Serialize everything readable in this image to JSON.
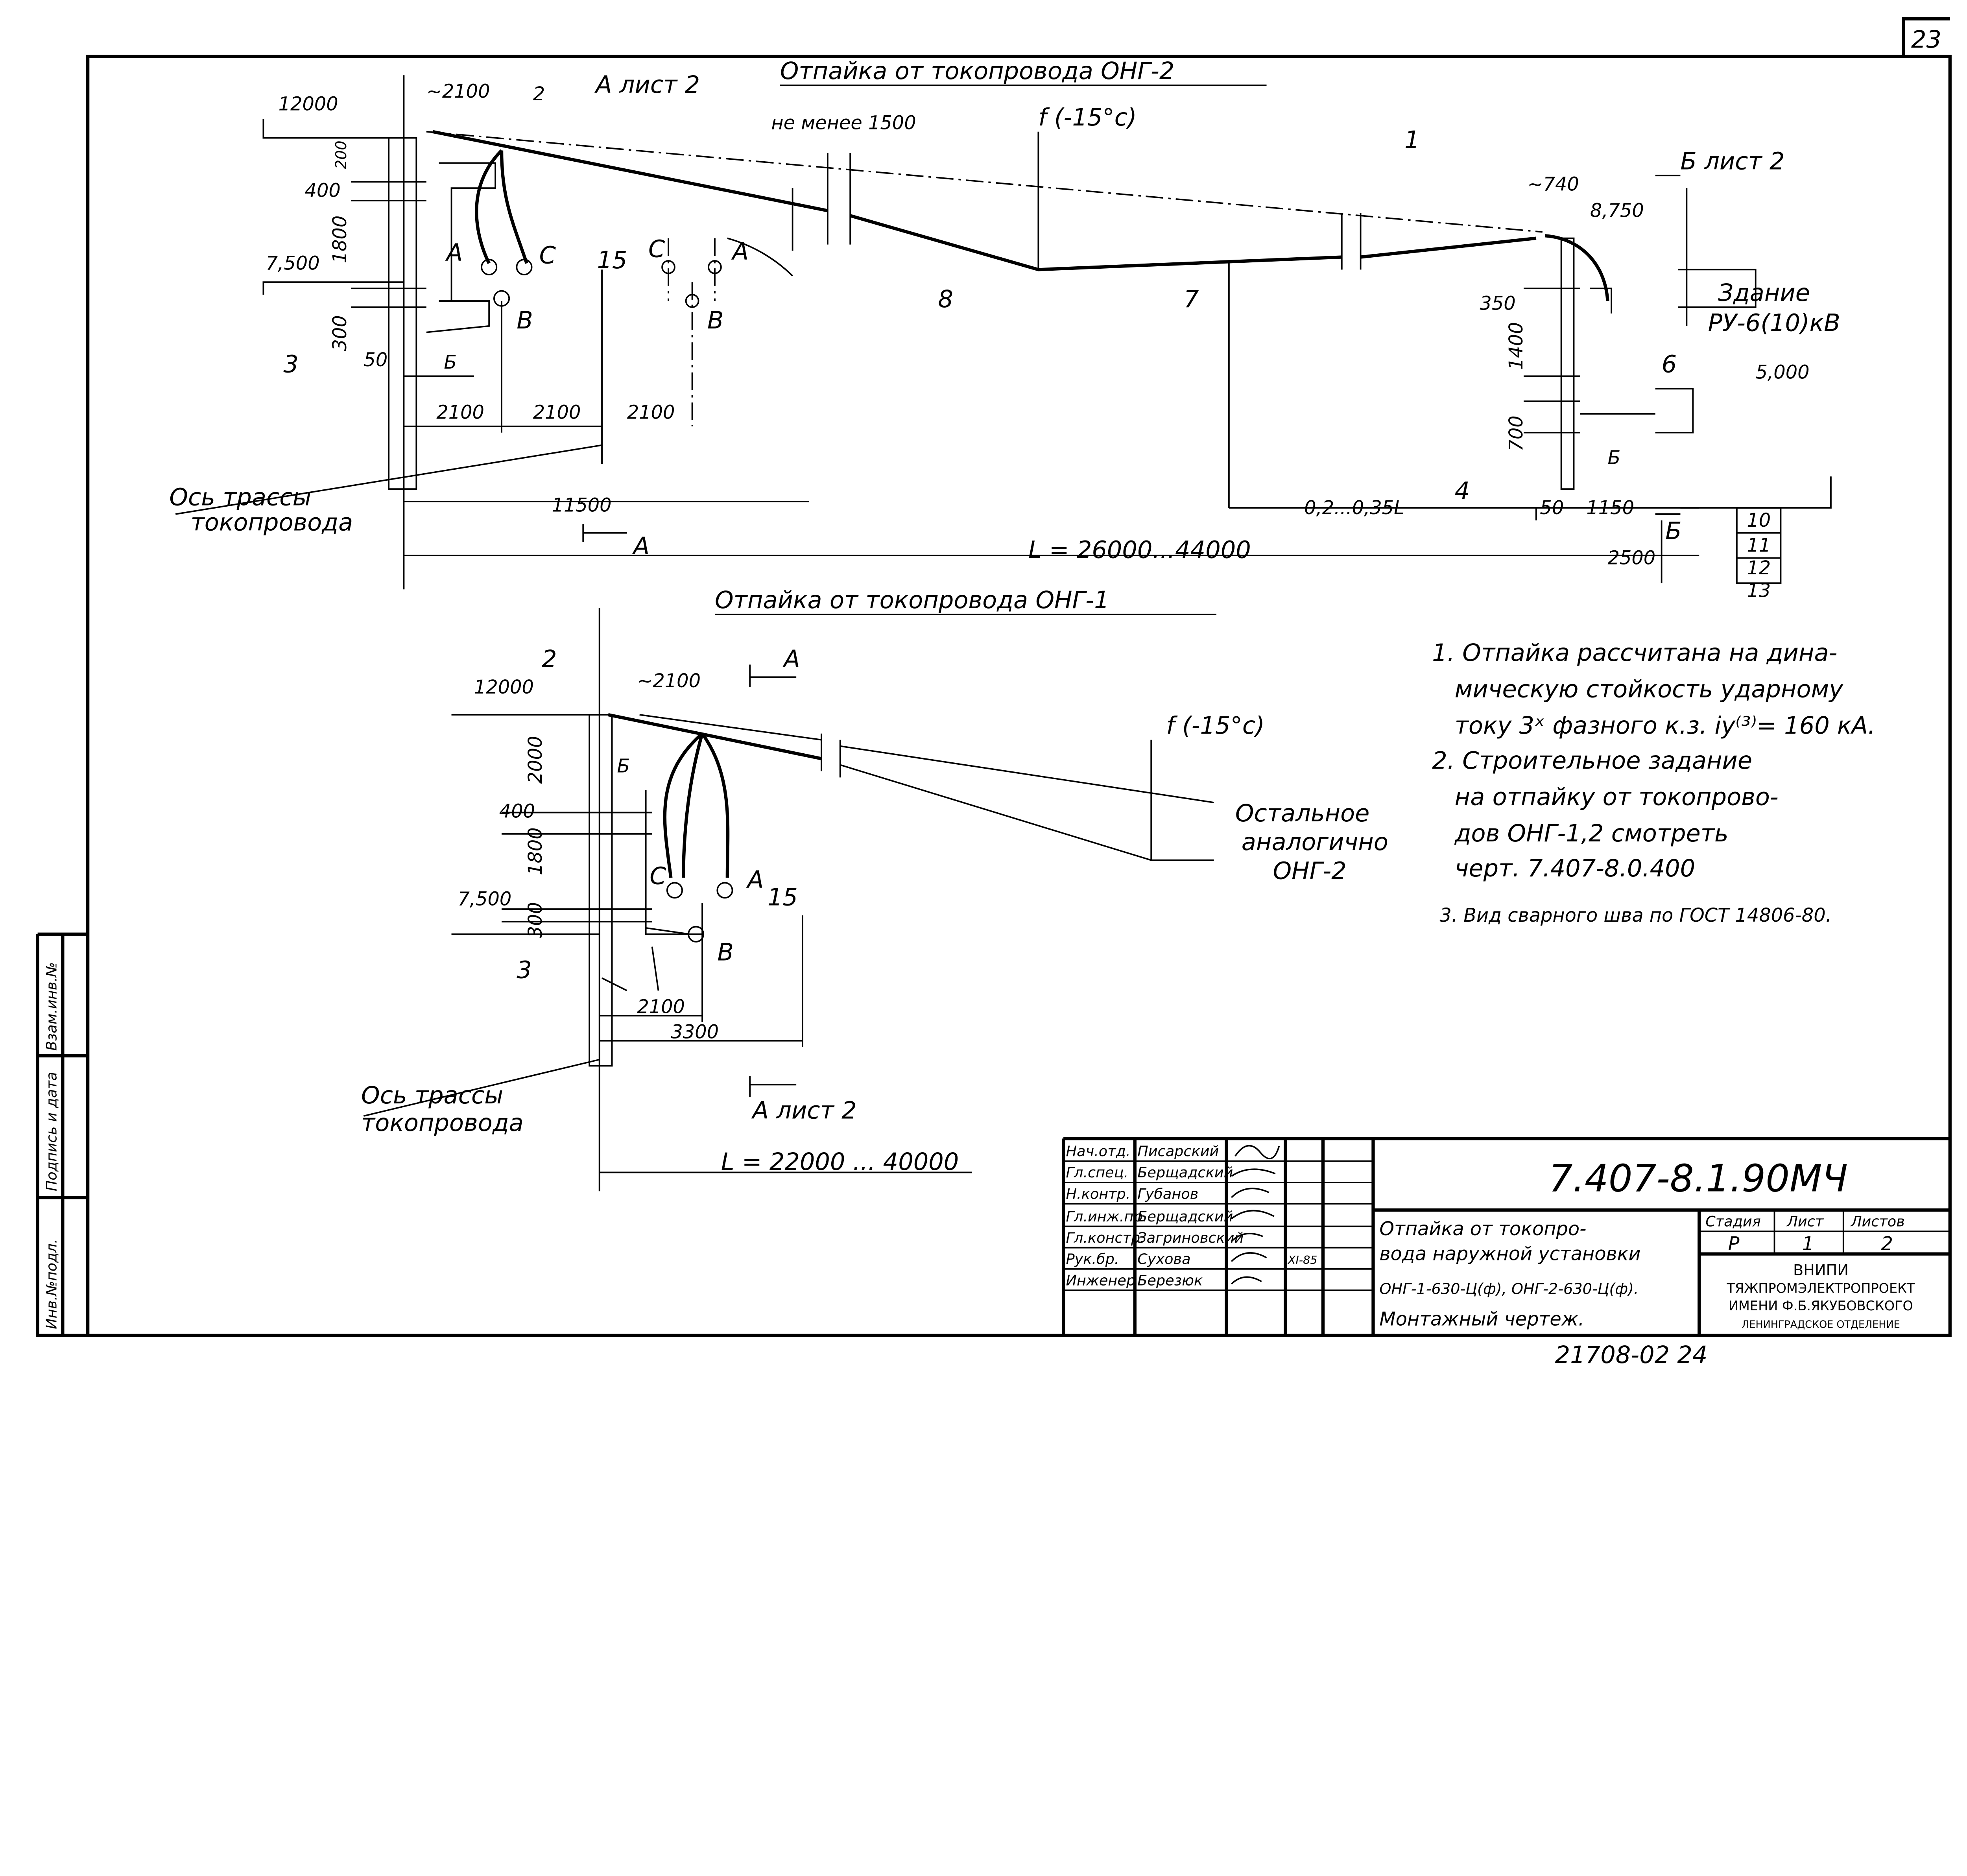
{
  "sheet_number": "23",
  "top_view": {
    "title": "Отпайка от токопровода ОНГ-2",
    "section_a_ref": "А лист 2",
    "section_b_ref": "Б лист 2",
    "labels": {
      "elev_12000": "12000",
      "dim_2100_approx": "~2100",
      "pos_2": "2",
      "min_1500": "не менее 1500",
      "sag": "f (-15°c)",
      "pos_1": "1",
      "dim_740": "~740",
      "elev_8750": "8,750",
      "building_1": "Здание",
      "building_2": "РУ-6(10)кВ",
      "dim_200": "200",
      "dim_400": "400",
      "dim_1800": "1800",
      "elev_7500": "7,500",
      "dim_300": "300",
      "phase_a": "A",
      "phase_c": "C",
      "phase_b": "B",
      "pos_15": "15",
      "phase_c2": "C",
      "phase_a2": "A",
      "phase_b2": "B",
      "pos_8": "8",
      "pos_7": "7",
      "pos_3": "3",
      "dim_50": "50",
      "mark_b": "Б",
      "dim_2100_1": "2100",
      "dim_2100_2": "2100",
      "dim_2100_3": "2100",
      "axis_1": "Ось трассы",
      "axis_2": "токопровода",
      "dim_11500": "11500",
      "section_a": "A",
      "span": "L = 26000...44000",
      "dim_350": "350",
      "dim_1400": "1400",
      "dim_700": "700",
      "pos_6": "6",
      "elev_5000": "5,000",
      "mark_b2": "Б",
      "pos_4": "4",
      "dim_035l": "0,2...0,35L",
      "dim_50r": "50",
      "dim_1150": "1150",
      "section_b": "Б",
      "dim_2500": "2500",
      "pos_10": "10",
      "pos_11": "11",
      "pos_12": "12",
      "pos_13": "13"
    }
  },
  "bottom_view": {
    "title": "Отпайка от токопровода ОНГ-1",
    "labels": {
      "pos_2": "2",
      "dim_2100_approx": "~2100",
      "section_a": "A",
      "elev_12000": "12000",
      "sag": "f (-15°c)",
      "dim_2000": "2000",
      "mark_b": "Б",
      "dim_400": "400",
      "dim_1800": "1800",
      "elev_7500": "7,500",
      "dim_300": "300",
      "rest_1": "Остальное",
      "rest_2": "аналогично",
      "rest_3": "ОНГ-2",
      "phase_c": "C",
      "phase_a": "A",
      "pos_15": "15",
      "phase_b": "B",
      "pos_3": "3",
      "dim_2100": "2100",
      "dim_3300": "3300",
      "axis_1": "Ось трассы",
      "axis_2": "токопровода",
      "section_ref": "A лист 2",
      "span": "L = 22000 ... 40000"
    }
  },
  "notes": [
    "1. Отпайка рассчитана на дина-",
    "мическую стойкость ударному",
    "току 3ˣ фазного к.з. iу⁽³⁾= 160 кА.",
    "2. Строительное задание",
    "на отпайку от токопрово-",
    "дов ОНГ-1,2 смотреть",
    "черт. 7.407-8.0.400",
    "3. Вид сварного шва по ГОСТ 14806-80."
  ],
  "side_stamp": [
    "Инв.№подл.",
    "Подпись и дата",
    "Взам.инв.№"
  ],
  "title_block": {
    "signers": [
      {
        "role": "Нач.отд.",
        "name": "Писарский",
        "date": ""
      },
      {
        "role": "Гл.спец.",
        "name": "Берщадский",
        "date": ""
      },
      {
        "role": "Н.контр.",
        "name": "Губанов",
        "date": ""
      },
      {
        "role": "Гл.инж.пр.",
        "name": "Берщадский",
        "date": ""
      },
      {
        "role": "Гл.констр.",
        "name": "Загриновский",
        "date": ""
      },
      {
        "role": "Рук.бр.",
        "name": "Сухова",
        "date": "XI-85"
      },
      {
        "role": "Инженер",
        "name": "Березюк",
        "date": ""
      }
    ],
    "code": "7.407-8.1.90МЧ",
    "description": [
      "Отпайка от токопро-",
      "вода наружной установки",
      "ОНГ-1-630-Ц(ф), ОНГ-2-630-Ц(ф).",
      "Монтажный чертеж."
    ],
    "stage_header": "Стадия",
    "sheet_header": "Лист",
    "sheets_header": "Листов",
    "stage": "Р",
    "sheet": "1",
    "sheets": "2",
    "org": [
      "ВНИПИ",
      "ТЯЖПРОМЭЛЕКТРОПРОЕКТ",
      "ИМЕНИ Ф.Б.ЯКУБОВСКОГО",
      "ЛЕНИНГРАДСКОЕ ОТДЕЛЕНИЕ"
    ]
  },
  "archive_number": "21708-02  24"
}
